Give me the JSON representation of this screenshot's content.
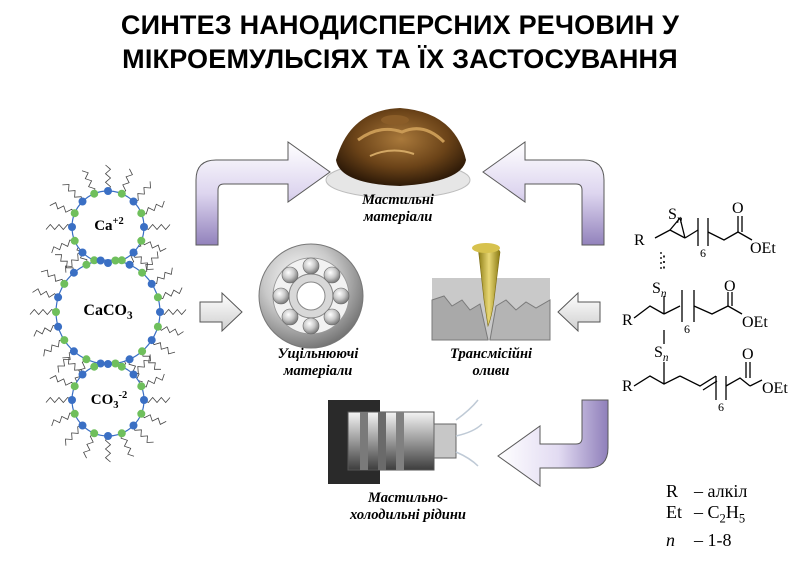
{
  "title": {
    "line1": "СИНТЕЗ НАНОДИСПЕРСНИХ РЕЧОВИН У",
    "line2": "МІКРОЕМУЛЬСІЯХ ТА ЇХ ЗАСТОСУВАННЯ"
  },
  "particle": {
    "ion_top": "Ca",
    "ion_top_charge": "+2",
    "core": "CaCO",
    "core_sub": "3",
    "ion_bottom": "CO",
    "ion_bottom_sub": "3",
    "ion_bottom_charge": "-2"
  },
  "captions": {
    "lubricants_1": "Мастильні",
    "lubricants_2": "матеріали",
    "sealing_1": "Ущільнюючі",
    "sealing_2": "матеріали",
    "transmission_1": "Трансмісійні",
    "transmission_2": "оливи",
    "coolant_1": "Мастильно-",
    "coolant_2": "холодильні рідини"
  },
  "structure": {
    "R": "R",
    "S": "S",
    "n": "n",
    "six": "6",
    "O": "O",
    "OEt": "OEt",
    "dots": "⋮"
  },
  "legend": {
    "r_key": "R",
    "r_val": "– алкіл",
    "et_key": "Et",
    "et_val_a": "– C",
    "et_val_sub1": "2",
    "et_val_b": "H",
    "et_val_sub2": "5",
    "n_key": "n",
    "n_val": "– 1-8"
  },
  "colors": {
    "arrow_fill_light": "#f2eefa",
    "arrow_fill_dark": "#9a8bc0",
    "arrow_stroke": "#5a5a5a",
    "bead": "#6fbf5c",
    "bead_blue": "#3a6fc4",
    "grease": "#5a3a1a",
    "oil": "#c2a93a"
  }
}
